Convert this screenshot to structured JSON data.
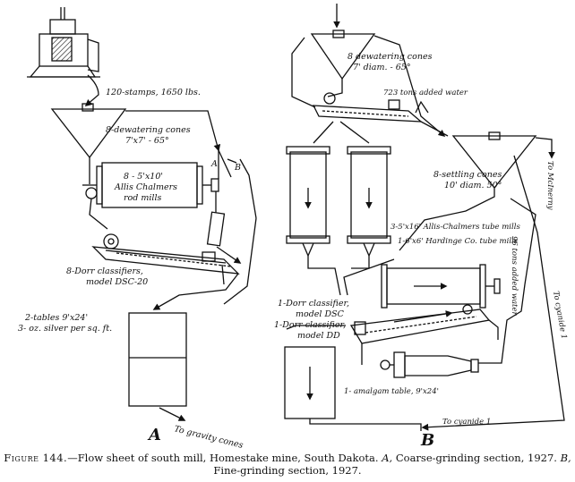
{
  "section_a": {
    "letter": "A",
    "stamps": "120-stamps, 1650 lbs.",
    "cones_1": "8-dewatering cones",
    "cones_2": "7'x7' - 65°",
    "mills_1": "8 - 5'x10'",
    "mills_2": "Allis Chalmers",
    "mills_3": "rod mills",
    "gate_a": "A",
    "gate_b": "B",
    "classifiers_1": "8-Dorr classifiers,",
    "classifiers_2": "model DSC-20",
    "tables_1": "2-tables 9'x24'",
    "tables_2": "3- oz. silver per sq. ft.",
    "to_gravity": "To gravity cones"
  },
  "section_b": {
    "letter": "B",
    "cones_1": "8 dewatering cones",
    "cones_2": "7' diam. - 65°",
    "water": "723 tons added water",
    "to_mcinerny": "To McInerny",
    "settling_1": "8-settling cones",
    "settling_2": "10' diam. 50°",
    "tube_1": "3-5'x16' Allis-Chalmers tube mills",
    "tube_2": "1-6'x6' Hardinge Co. tube mills",
    "water_right": "96 tons added water",
    "to_cyanide_right": "To cyanide 1",
    "dorr1_1": "1-Dorr classifier,",
    "dorr1_2": "model DSC",
    "dorr2_1": "1-Dorr classifier,",
    "dorr2_2": "model DD",
    "amalgam": "1- amalgam table, 9'x24'",
    "to_cyanide_bottom": "To cyanide 1"
  },
  "caption": {
    "figure": "Figure 144.",
    "line1": "—Flow sheet of south mill, Homestake mine, South Dakota.",
    "a_label": "A,",
    "a_text": "Coarse-grinding section, 1927.",
    "b_label": "B,",
    "b_text": "Fine-grinding section, 1927."
  }
}
